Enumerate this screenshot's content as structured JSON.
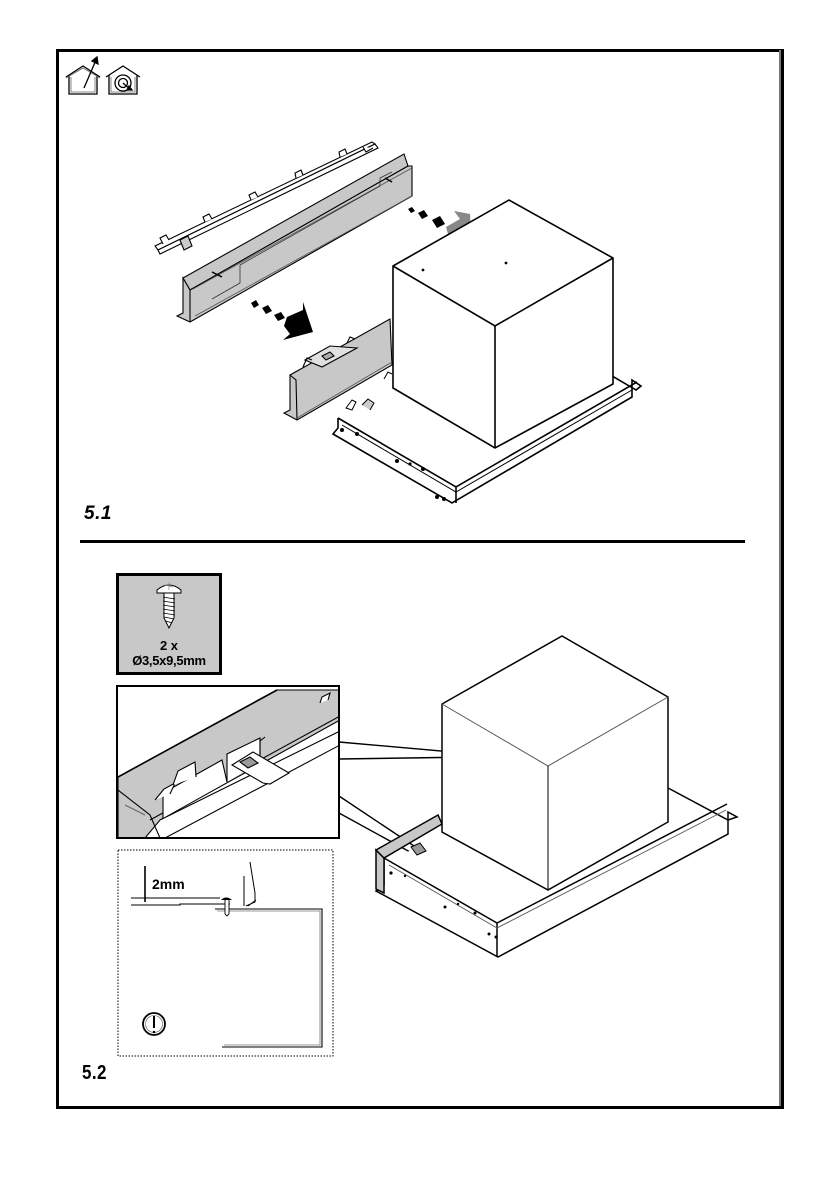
{
  "document": {
    "type": "installation-manual-page",
    "mode_icons": [
      {
        "name": "extraction-mode-icon",
        "meaning": "ducted extraction"
      },
      {
        "name": "recirculation-mode-icon",
        "meaning": "recirculation"
      }
    ]
  },
  "figures": [
    {
      "label": "5.1",
      "description": "Slide the rear and front rails off / onto the hood body",
      "arrows": [
        "black-arrow",
        "grey-arrow"
      ]
    },
    {
      "label": "5.2",
      "description": "Fix the rail with screws; keep 2mm gap",
      "screw_box": {
        "quantity": "2 x",
        "size": "Ø3,5x9,5mm"
      },
      "detail_dimension": "2mm",
      "warning_icon": "exclamation-circle-icon"
    }
  ],
  "colors": {
    "line": "#000000",
    "part_fill": "#c8c8c8",
    "arrow_grey": "#888888",
    "background": "#ffffff"
  }
}
